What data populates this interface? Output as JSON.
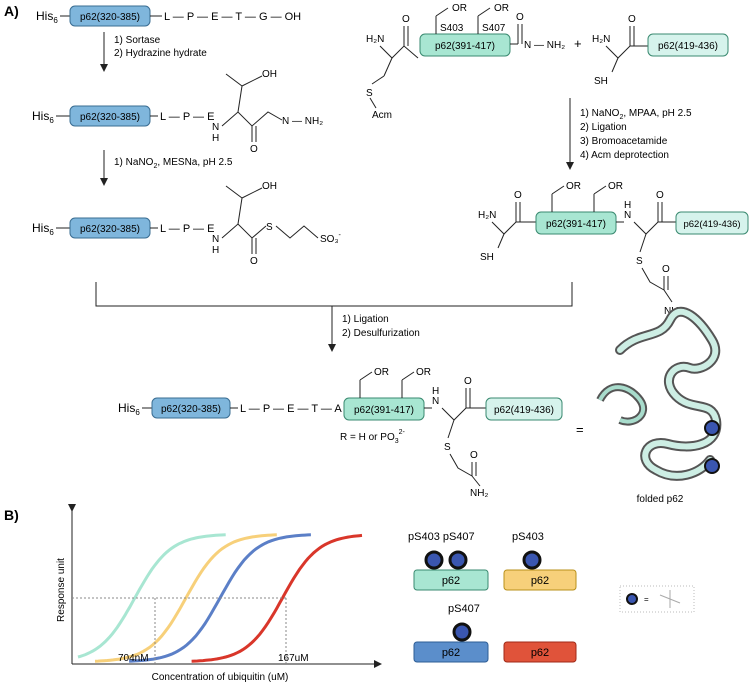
{
  "panel_a_label": "A)",
  "panel_b_label": "B)",
  "his6": "His",
  "his6_sub": "6",
  "seg_p62_320_385": "p62(320-385)",
  "seg_p62_391_417": "p62(391-417)",
  "seg_p62_419_436": "p62(419-436)",
  "seq_lpetg": "L — P — E — T — G — OH",
  "step1_a": "1) Sortase",
  "step1_b": "2) Hydrazine hydrate",
  "step2_a": "1) NaNO",
  "step2_a_sub": "2",
  "step2_a_rest": ", MESNa, pH 2.5",
  "step3_a": "1) NaNO",
  "step3_a_sub": "2",
  "step3_a_rest": ", MPAA, pH 2.5",
  "step3_b": "2) Ligation",
  "step3_c": "3) Bromoacetamide",
  "step3_d": "4) Acm deprotection",
  "step4_a": "1) Ligation",
  "step4_b": "2) Desulfurization",
  "label_lpe": "L — P — E",
  "label_lpeta": "L — P — E — T — A",
  "label_oh": "OH",
  "label_h2n": "H₂N",
  "label_nh2": "NH₂",
  "label_n": "N",
  "label_h": "H",
  "label_o": "O",
  "label_s": "S",
  "label_sh": "SH",
  "label_or": "OR",
  "label_acm": "Acm",
  "label_s403": "S403",
  "label_s407": "S407",
  "label_plus": "+",
  "label_equals": "=",
  "label_hydrazide": "N — NH₂",
  "label_so3": "SO₃",
  "label_so3_charge": "-",
  "r_definition": "R = H or PO",
  "r_definition_sub": "3",
  "r_definition_sup": "2-",
  "folded_label": "folded p62",
  "chart_data": {
    "type": "line",
    "xlabel": "Concentration of ubiquitin (uM)",
    "ylabel": "Response unit",
    "annotations": [
      "704nM",
      "167uM"
    ],
    "series": [
      {
        "color": "#a8e6d2",
        "midpoint": 1.0
      },
      {
        "color": "#f7d07a",
        "midpoint": 1.9
      },
      {
        "color": "#5b7fc7",
        "midpoint": 2.5
      },
      {
        "color": "#d9362a",
        "midpoint": 3.6
      }
    ],
    "xlim": [
      0,
      5
    ],
    "ylim": [
      0,
      1
    ]
  },
  "legend": {
    "pS403_pS407": "pS403 pS407",
    "pS403": "pS403",
    "pS407": "pS407",
    "p62": "p62",
    "colors": {
      "teal": "#a8e6d2",
      "yellow": "#f7d07a",
      "blue": "#5b7fc7",
      "red": "#e0533a"
    }
  },
  "key_equals": "=",
  "colors": {
    "blue_box": "#7fb6dc",
    "teal_box": "#a8e6d2",
    "light_box": "#d6f3ec"
  }
}
